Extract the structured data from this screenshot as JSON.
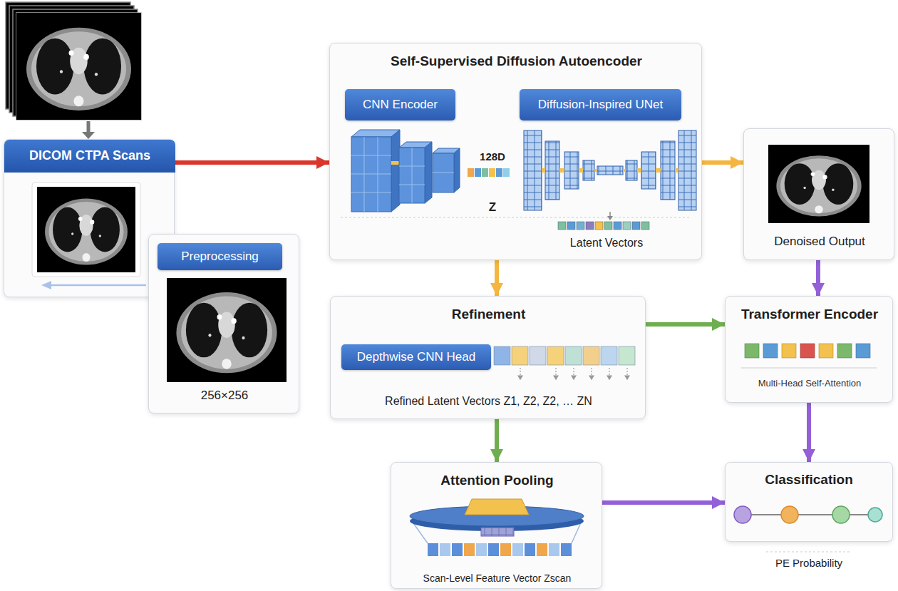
{
  "diagram": {
    "nodes": [
      {
        "text": [
          "DICOM CTPA Scans"
        ]
      },
      {
        "text": [
          "Preprocessing",
          "256×256"
        ]
      },
      {
        "text": [
          "Self-Supervised Diffusion Autoencoder",
          "128D",
          "Z",
          "Latent Vectors"
        ]
      },
      {
        "text": [
          "CNN Encoder"
        ],
        "in": 2
      },
      {
        "text": [
          "Diffusion-Inspired UNet"
        ],
        "in": 2
      },
      {
        "text": [
          "Denoised Output"
        ]
      },
      {
        "text": [
          "Refinement",
          "Refined Latent Vectors Z1, Z2, Z2, … ZN"
        ]
      },
      {
        "text": [
          "Depthwise CNN Head"
        ],
        "in": 6
      },
      {
        "text": [
          "Transformer Encoder",
          "Multi-Head Self-Attention"
        ]
      },
      {
        "text": [
          "Attention Pooling",
          "Scan-Level Feature Vector Zscan"
        ]
      },
      {
        "text": [
          "Classification",
          "PE Probability"
        ]
      }
    ],
    "edges": [
      {
        "from": 0,
        "to": 2,
        "arrow": "to"
      },
      {
        "from": 2,
        "to": 5,
        "arrow": "to"
      },
      {
        "from": 2,
        "to": 6,
        "arrow": "to"
      },
      {
        "from": 5,
        "to": 8,
        "arrow": "to"
      },
      {
        "from": 6,
        "to": 8,
        "arrow": "to"
      },
      {
        "from": 6,
        "to": 9,
        "arrow": "to"
      },
      {
        "from": 8,
        "to": 10,
        "arrow": "to"
      },
      {
        "from": 9,
        "to": 10,
        "arrow": "to"
      }
    ]
  }
}
